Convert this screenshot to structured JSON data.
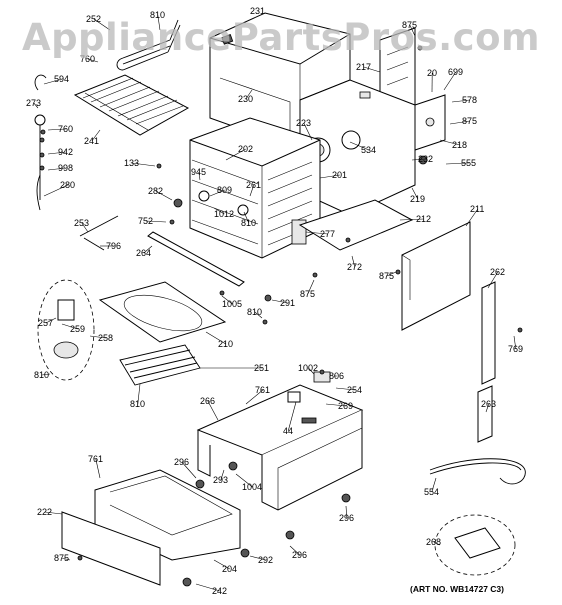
{
  "watermark": "AppliancePartsPros.com",
  "art_number": "(ART NO. WB14727 C3)",
  "labels": [
    "231",
    "252",
    "810",
    "875",
    "760",
    "594",
    "273",
    "760",
    "241",
    "942",
    "998",
    "280",
    "217",
    "20",
    "699",
    "578",
    "875",
    "230",
    "223",
    "534",
    "218",
    "232",
    "555",
    "133",
    "202",
    "945",
    "201",
    "219",
    "282",
    "809",
    "261",
    "1012",
    "810",
    "752",
    "212",
    "253",
    "796",
    "277",
    "211",
    "264",
    "272",
    "875",
    "262",
    "1005",
    "291",
    "875",
    "810",
    "257",
    "259",
    "258",
    "210",
    "251",
    "810",
    "1002",
    "806",
    "254",
    "769",
    "269",
    "44",
    "266",
    "761",
    "263",
    "761",
    "810",
    "296",
    "293",
    "1004",
    "554",
    "222",
    "296",
    "204",
    "242",
    "875",
    "292",
    "296",
    "268"
  ]
}
